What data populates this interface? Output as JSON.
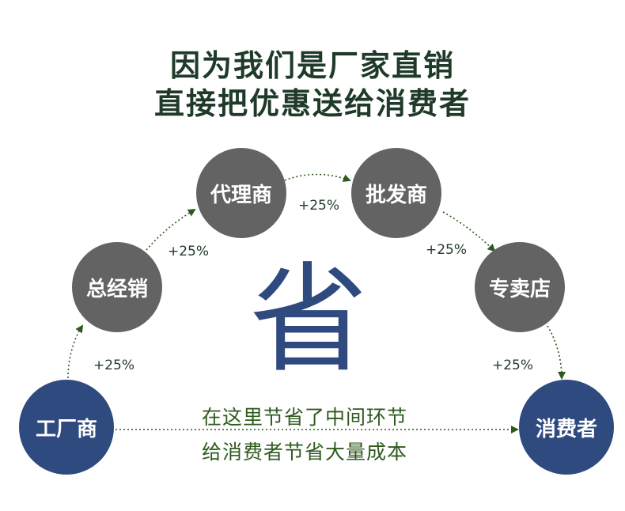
{
  "title": {
    "line1": "因为我们是厂家直销",
    "line2": "直接把优惠送给消费者"
  },
  "nodes": {
    "factory": "工厂商",
    "distributor": "总经销",
    "agent": "代理商",
    "wholesaler": "批发商",
    "store": "专卖店",
    "consumer": "消费者"
  },
  "markups": {
    "factory_to_distributor": "+25%",
    "distributor_to_agent": "+25%",
    "agent_to_wholesaler": "+25%",
    "wholesaler_to_store": "+25%",
    "store_to_consumer": "+25%"
  },
  "center_char": "省",
  "message": {
    "line1": "在这里节省了中间环节",
    "line2": "给消费者节省大量成本"
  },
  "colors": {
    "gray_node": "#636363",
    "blue_node": "#2f4a7f",
    "arrow": "#2f5a1f"
  }
}
